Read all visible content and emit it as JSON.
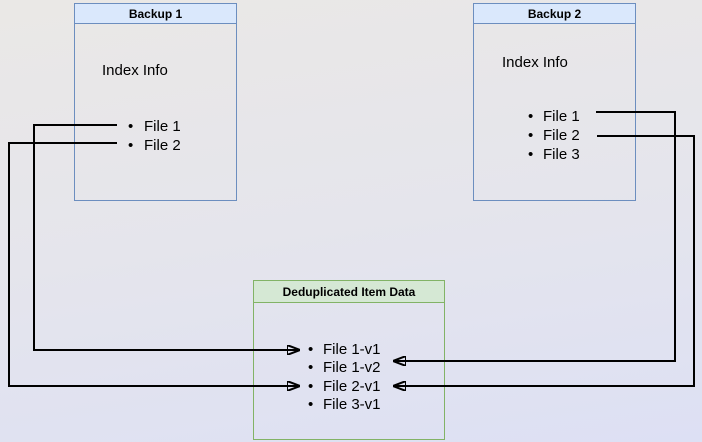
{
  "diagram": {
    "backup1": {
      "title": "Backup 1",
      "subtitle": "Index Info",
      "files": [
        "File 1",
        "File 2"
      ]
    },
    "backup2": {
      "title": "Backup 2",
      "subtitle": "Index Info",
      "files": [
        "File 1",
        "File 2",
        "File 3"
      ]
    },
    "dedup": {
      "title": "Deduplicated Item Data",
      "items": [
        "File 1-v1",
        "File 1-v2",
        "File 2-v1",
        "File 3-v1"
      ]
    },
    "connections": [
      {
        "from": "backup1.File 1",
        "to": "dedup.File 1-v1"
      },
      {
        "from": "backup1.File 2",
        "to": "dedup.File 2-v1"
      },
      {
        "from": "backup2.File 1",
        "to": "dedup.File 1-v2"
      },
      {
        "from": "backup2.File 2",
        "to": "dedup.File 2-v1"
      }
    ],
    "palette": {
      "blue_fill": "#dae8fc",
      "blue_border": "#6c8ebf",
      "green_fill": "#d5e8d4",
      "green_border": "#82b366",
      "line_color": "#000000",
      "background_top": "#eae8e6",
      "background_bottom": "#dde0f4"
    }
  }
}
